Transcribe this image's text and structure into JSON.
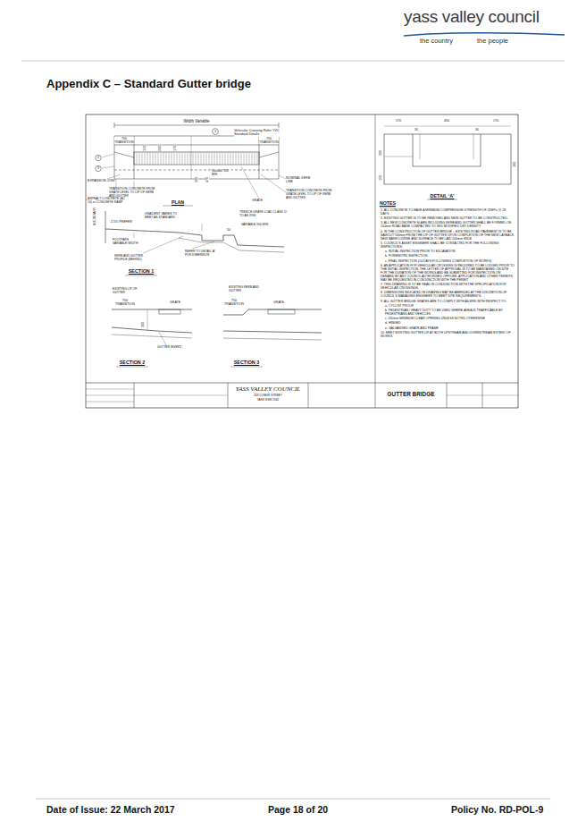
{
  "diagram": {
    "title": "Appendix C – Standard Gutter bridge",
    "labels": [
      "yass valley council",
      "the country",
      "the people",
      "Width Variable",
      "Vehicular Crossing Refer YVC Standard Details",
      "1",
      "750 TRANSITION",
      "750 TRANSITION",
      "150",
      "200",
      "170",
      "2",
      "3",
      "EXPANSION JOINT",
      "TRANSITION CONCRETE FROM GRATE LEVEL TO LIP OF KERB AND GUTTER",
      "200",
      "470",
      "Variable 900 MIN",
      "NOMINAL KERB LINE",
      "TRANSITION CONCRETE FROM GRATE LEVEL TO LIP OF KERB AND GUTTER",
      "GRATE",
      "ASPHALT CONCRETE (AC 10) or CONCRETE RAMP",
      "PLAN",
      "BOUNDARY",
      "2.5% PREFER",
      "GRADIENT VARIES TO MEET AS STANDARD",
      "TRENCH GRATE LOAD CLASS 'D' TO AS 3996",
      "VARIABLE 900 MIN",
      "50",
      "FOOTPATH VARIABLE WIDTH",
      "KERB AND GUTTER PROFILE (BEHIND)",
      "REFER TO DETAIL 'A' FOR DIMENSION",
      "SECTION 1",
      "EXISTING LIP OF GUTTER",
      "GRATE",
      "750 TRANSITION",
      "300",
      "GUTTER INVERT",
      "SECTION 2",
      "EXISTING KERB AND GUTTER",
      "750 TRANSITION",
      "GRATE",
      "SECTION 3",
      "170",
      "450",
      "170",
      "30",
      "30",
      "200",
      "150",
      "160",
      "DETAIL 'A'",
      "NOTES",
      "1. ALL CONCRETE TO HAVE A MINIMUM COMPRESSIVE STRENGTH OF 25MPa @ 28 DAYS",
      "2. EXISTING GUTTER IS TO BE REMOVED AND NEW GUTTER TO BE CONSTRUCTED.",
      "3. ALL NEW CONCRETE SLABS INCLUDING KERB AND GUTTER SHALL BE FORMED ON 150mm ROAD BASE COMPACTED TO 98% MODIFIED DRY DENSITY",
      "4. IN THE CONSTRUCTION OF GUTTER BRIDGE – EXISTING ROAD PAVEMENT IS TO BE SAWCUT 500mm FROM THE LIP OF GUTTER UPON COMPLETION OF THE NEW LAYBACK NEW BASECOURSE AND SURFACE TO BE LAID 500mm WIDE",
      "5. COUNCIL'S ASSET ENGINEER SHALL BE CONTACTED FOR THE FOLLOWING INSPECTIONS:",
      "a. INITIAL INSPECTION PRIOR TO EXCAVATION",
      "b. FORMWORK INSPECTION",
      "c. FINAL INSPECTION (24 DAYS FOLLOWING COMPLETION OF WORKS)",
      "6. AN APPLICATION FOR VEHICULAR CROSSING IS REQUIRED TO BE LODGED PRIOR TO THE INITIAL INSPECTION. THE LETTER OF APPROVAL IS TO BE MAINTAINED ON SITE FOR THE DURATION OF THE WORKS AND BE SUBMITTED FOR INSPECTION ON DEMAND BY ANY COUNCIL AUTHORISED OFFICER. APPLICATION AND OTHER PERMITS MAY BE REQUESTED IN CONJUNCTION WITH THE PERMIT",
      "7. THIS DRAWING IS TO BE READ IN CONJUNCTION WITH THE SPECIFICATION FOR VEHICULAR CROSSINGS.",
      "8. DIMENSIONS INDICATED IN DRAWING MAY BE AMENDED AT THE DISCRETION OF COUNCIL'S MANAGING ENGINEER TO MEET SITE REQUIREMENTS.",
      "9. ALL GUTTER BRIDGE GRATES ARE TO COMPLY WITH AS3996 WITH RESPECT TO:",
      "a. CYCLIST PROOF",
      "b. PEDESTRIAN / HEAVY DUTY TO BE USED WHERE AREA IS TRAFFICABLE BY PEDESTRIANS AND VEHICLES",
      "c. 450mm MINIMUM CLEAR OPENING UNLESS NOTED OTHERWISE",
      "d. HINGED",
      "e. GALVANISED GRATE AND FRAME",
      "10. MEET EXISTING GUTTER LIP AT BOTH UPSTREAM AND DOWNSTREAM EXTENT OF WORKS.",
      "YASS VALLEY COUNCIL",
      "209 COMUR STREET",
      "YASS NSW 2582",
      "GUTTER BRIDGE",
      "Date of Issue: 22 March 2017",
      "Page 18 of 20",
      "Policy No. RD-POL-9"
    ]
  }
}
